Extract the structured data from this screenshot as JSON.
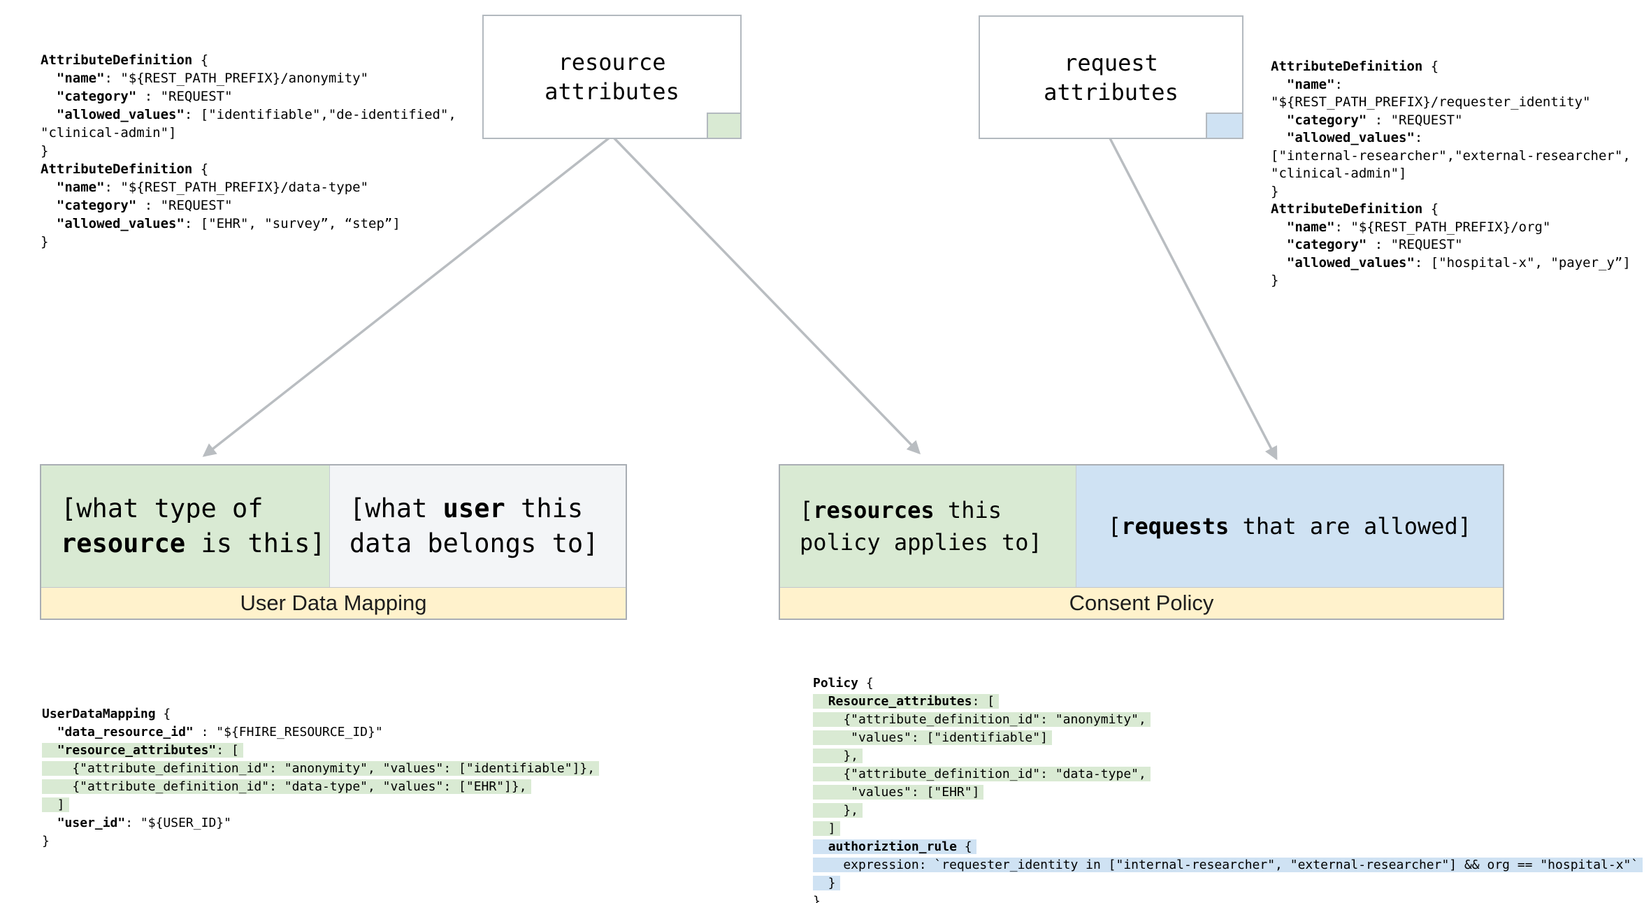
{
  "palette": {
    "highlight_green": "#d9ead3",
    "highlight_blue": "#cfe2f3",
    "banner_yellow": "#fff2cc",
    "light_cell": "#f3f5f7",
    "box_border_gray": "#b3b9bf",
    "arrow_gray": "#b9bdc1"
  },
  "top_boxes": {
    "resource": {
      "line1": "resource",
      "line2": "attributes"
    },
    "request": {
      "line1": "request",
      "line2": "attributes"
    }
  },
  "code_blocks": {
    "attr_def_left": {
      "lines": [
        {
          "text": "**AttributeDefinition** {"
        },
        {
          "text": "  **\"name\"**: \"${REST_PATH_PREFIX}/anonymity\""
        },
        {
          "text": "  **\"category\"** : \"REQUEST\""
        },
        {
          "text": "  **\"allowed_values\"**: [\"identifiable\",\"de-identified\","
        },
        {
          "text": "\"clinical-admin\"]"
        },
        {
          "text": "}"
        },
        {
          "text": "**AttributeDefinition** {"
        },
        {
          "text": "  **\"name\"**: \"${REST_PATH_PREFIX}/data-type\""
        },
        {
          "text": "  **\"category\"** : \"REQUEST\""
        },
        {
          "text": "  **\"allowed_values\"**: [\"EHR\", \"survey”, “step”]"
        },
        {
          "text": "}"
        }
      ]
    },
    "attr_def_right": {
      "lines": [
        {
          "text": "**AttributeDefinition** {"
        },
        {
          "text": "  **\"name\"**:"
        },
        {
          "text": "\"${REST_PATH_PREFIX}/requester_identity\""
        },
        {
          "text": "  **\"category\"** : \"REQUEST\""
        },
        {
          "text": "  **\"allowed_values\"**:"
        },
        {
          "text": "[\"internal-researcher\",\"external-researcher\","
        },
        {
          "text": "\"clinical-admin\"]"
        },
        {
          "text": "}"
        },
        {
          "text": "**AttributeDefinition** {"
        },
        {
          "text": "  **\"name\"**: \"${REST_PATH_PREFIX}/org\""
        },
        {
          "text": "  **\"category\"** : \"REQUEST\""
        },
        {
          "text": "  **\"allowed_values\"**: [\"hospital-x\", \"payer_y”]"
        },
        {
          "text": "}"
        }
      ]
    },
    "user_data_mapping": {
      "lines": [
        {
          "text": "**UserDataMapping** {"
        },
        {
          "text": "  **\"data_resource_id\"** : \"${FHIRE_RESOURCE_ID}\""
        },
        {
          "text": "  **\"resource_attributes\"**: [",
          "hl": "green"
        },
        {
          "text": "    {\"attribute_definition_id\": \"anonymity\", \"values\": [\"identifiable\"]},",
          "hl": "green"
        },
        {
          "text": "    {\"attribute_definition_id\": \"data-type\", \"values\": [\"EHR\"]},",
          "hl": "green"
        },
        {
          "text": "  ]",
          "hl": "green"
        },
        {
          "text": "  **\"user_id\"**: \"${USER_ID}\""
        },
        {
          "text": "}"
        }
      ]
    },
    "policy": {
      "lines": [
        {
          "text": "**Policy** {"
        },
        {
          "text": "  **Resource_attributes**: [",
          "hl": "green"
        },
        {
          "text": "    {\"attribute_definition_id\": \"anonymity\",",
          "hl": "green"
        },
        {
          "text": "     \"values\": [\"identifiable\"]",
          "hl": "green"
        },
        {
          "text": "    },",
          "hl": "green"
        },
        {
          "text": "    {\"attribute_definition_id\": \"data-type\",",
          "hl": "green"
        },
        {
          "text": "     \"values\": [\"EHR\"]",
          "hl": "green"
        },
        {
          "text": "    },",
          "hl": "green"
        },
        {
          "text": "  ]",
          "hl": "green"
        },
        {
          "text": "  **authoriztion_rule** {",
          "hl": "blue"
        },
        {
          "text": "    expression: `requester_identity in [\"internal-researcher\", \"external-researcher\"] && org == \"hospital-x\"`",
          "hl": "blue"
        },
        {
          "text": "  }",
          "hl": "blue"
        },
        {
          "text": "}"
        }
      ]
    }
  },
  "mapping_box": {
    "green_line1": "[what type of",
    "green_line2": "**resource** is this]",
    "light_line1": "[what **user** this",
    "light_line2": "data belongs to]",
    "banner": "User Data Mapping"
  },
  "policy_box": {
    "green_line1": "[**resources** this",
    "green_line2": "policy applies to]",
    "blue_line": "[**requests** that are allowed]",
    "banner": "Consent Policy"
  }
}
